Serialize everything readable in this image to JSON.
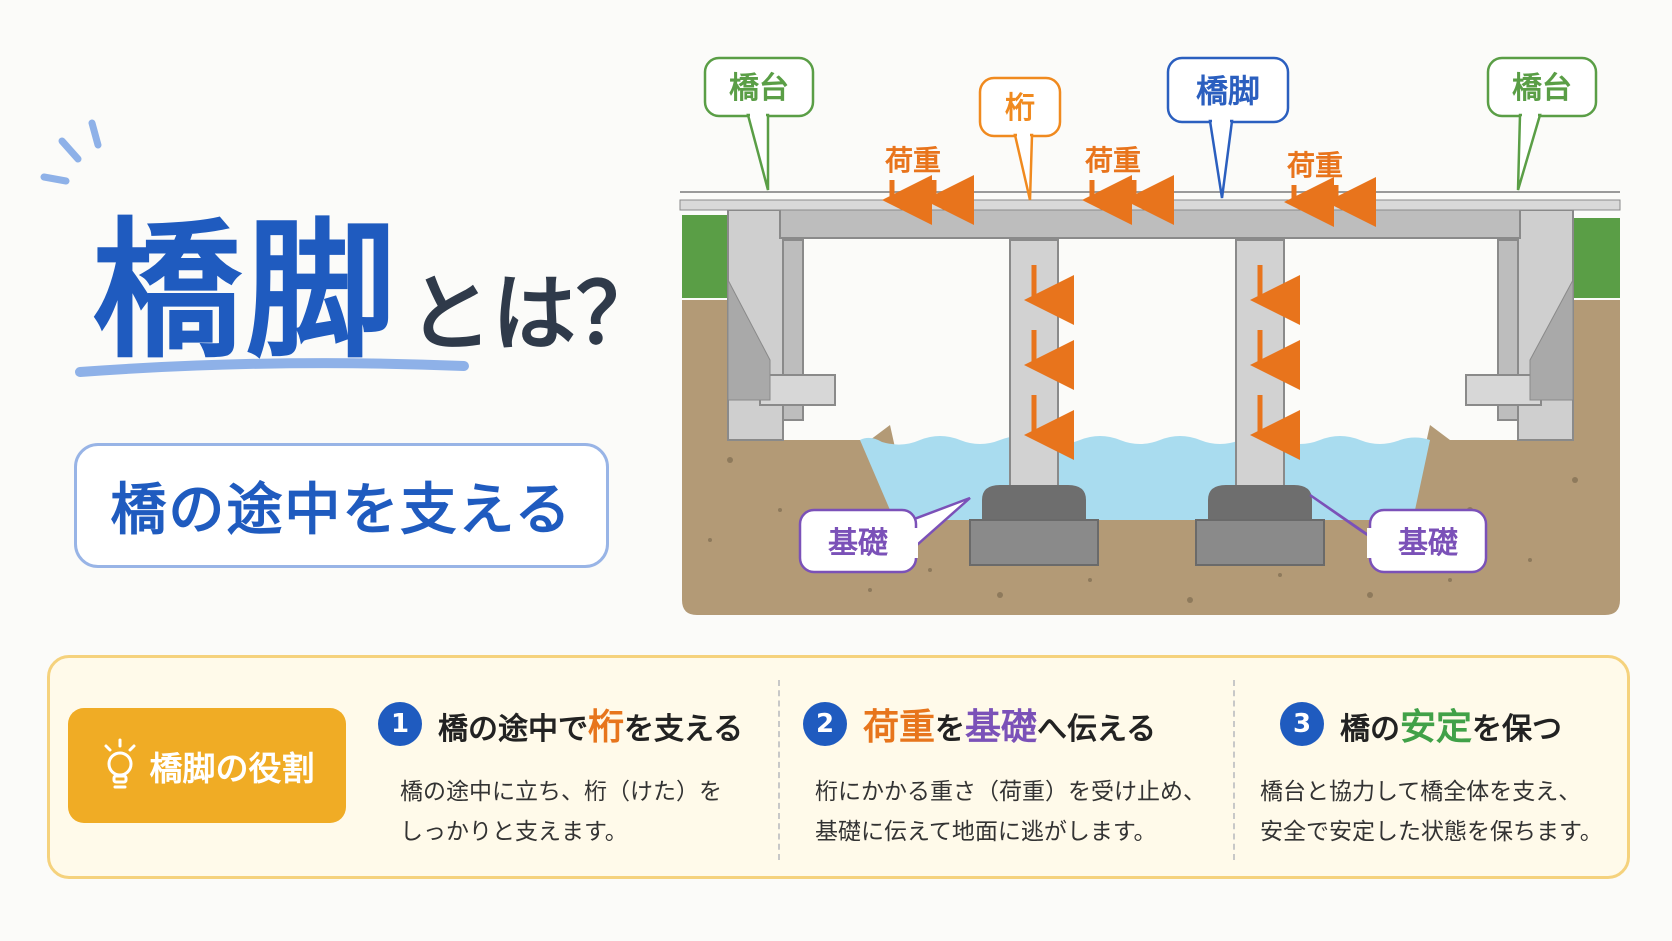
{
  "title": {
    "main": "橋脚",
    "sub": "とは？"
  },
  "subtitle": "橋の途中を支える",
  "diagram": {
    "labels": {
      "abutment_left": "橋台",
      "girder": "桁",
      "pier": "橋脚",
      "abutment_right": "橋台",
      "load_1": "荷重",
      "load_2": "荷重",
      "load_3": "荷重",
      "foundation_left": "基礎",
      "foundation_right": "基礎"
    },
    "colors": {
      "abutment": "#5a9e46",
      "girder": "#f08a1f",
      "pier": "#2b5fbf",
      "load": "#e8741c",
      "foundation": "#7b51b8",
      "water": "#a9dcef",
      "soil": "#b39a76",
      "concrete": "#c9c9c9"
    }
  },
  "roles": {
    "badge": "橋脚の役割",
    "items": [
      {
        "num": "1",
        "head_pre": "橋の途中で",
        "head_hl": "桁",
        "head_post": "を支える",
        "desc1": "橋の途中に立ち、桁（けた）を",
        "desc2": "しっかりと支えます。"
      },
      {
        "num": "2",
        "head_hl1": "荷重",
        "head_mid": "を",
        "head_hl2": "基礎",
        "head_post": "へ伝える",
        "desc1": "桁にかかる重さ（荷重）を受け止め、",
        "desc2": "基礎に伝えて地面に逃がします。"
      },
      {
        "num": "3",
        "head_pre": "橋の",
        "head_hl": "安定",
        "head_post": "を保つ",
        "desc1": "橋台と協力して橋全体を支え、",
        "desc2": "安全で安定した状態を保ちます。"
      }
    ]
  },
  "icons": [
    "lightbulb-icon",
    "load-arrow-icon"
  ]
}
